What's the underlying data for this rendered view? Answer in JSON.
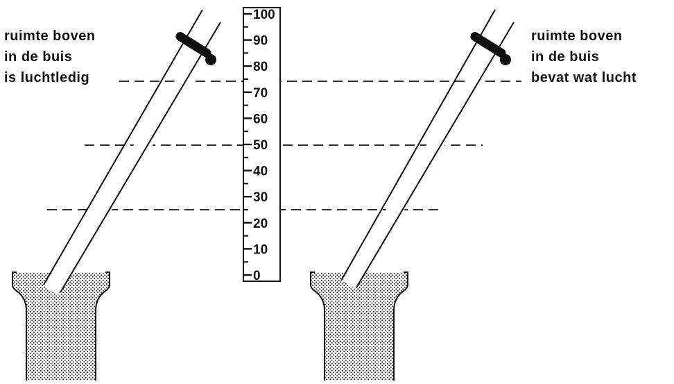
{
  "captions": {
    "left": [
      "ruimte boven",
      "in de buis",
      "is luchtledig"
    ],
    "right": [
      "ruimte boven",
      "in de buis",
      "bevat wat lucht"
    ]
  },
  "scale": {
    "labels": [
      "100",
      "90",
      "80",
      "70",
      "60",
      "50",
      "40",
      "30",
      "20",
      "10",
      "0"
    ]
  },
  "colors": {
    "ink": "#111111",
    "background": "#ffffff"
  }
}
